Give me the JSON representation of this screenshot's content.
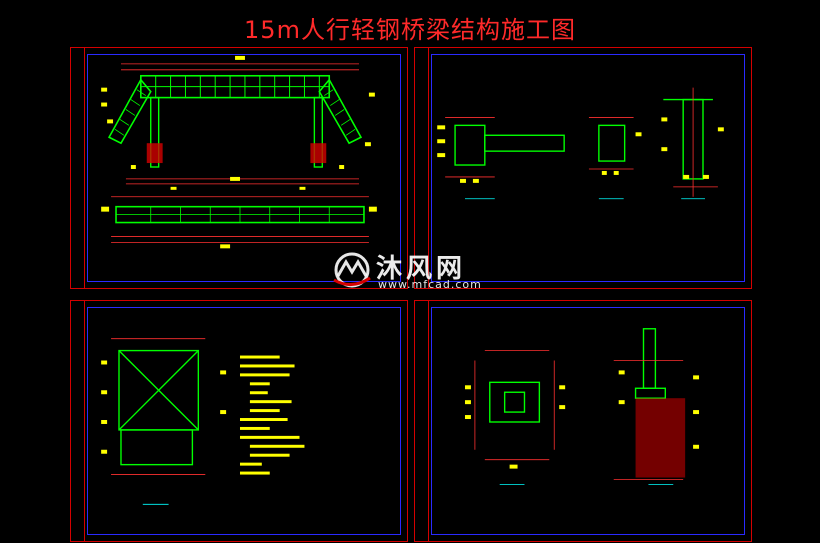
{
  "title": "15m人行轻钢桥梁结构施工图",
  "watermark": {
    "text": "沐风网",
    "url": "www.mfcad.com"
  },
  "colors": {
    "frame": "#d40000",
    "inner": "#2a2aff",
    "structure": "#00ff00",
    "dimension": "#ffff00",
    "title": "#ff2a2a"
  }
}
